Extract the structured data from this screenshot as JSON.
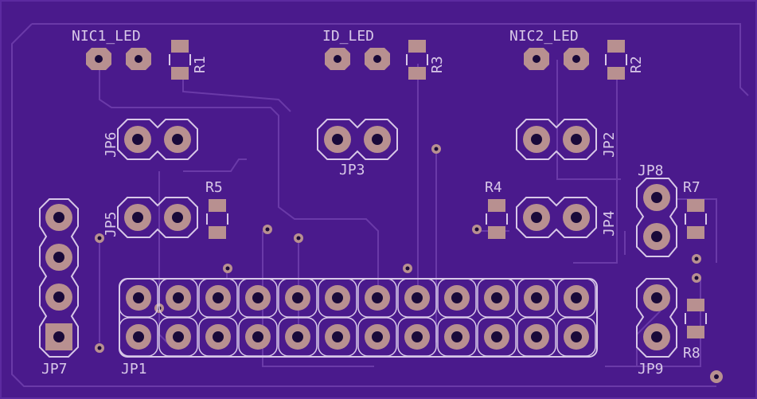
{
  "colors": {
    "board": "#4a1a8c",
    "trace": "#6a3aa8",
    "silkscreen": "#d8c8e8",
    "copper_pad": "#b89090",
    "drill": "#1a0a3a"
  },
  "labels": {
    "nic1_led": "NIC1_LED",
    "id_led": "ID_LED",
    "nic2_led": "NIC2_LED",
    "r1": "R1",
    "r2": "R2",
    "r3": "R3",
    "r4": "R4",
    "r5": "R5",
    "r7": "R7",
    "r8": "R8",
    "jp1": "JP1",
    "jp2": "JP2",
    "jp3": "JP3",
    "jp4": "JP4",
    "jp5": "JP5",
    "jp6": "JP6",
    "jp7": "JP7",
    "jp8": "JP8",
    "jp9": "JP9"
  }
}
